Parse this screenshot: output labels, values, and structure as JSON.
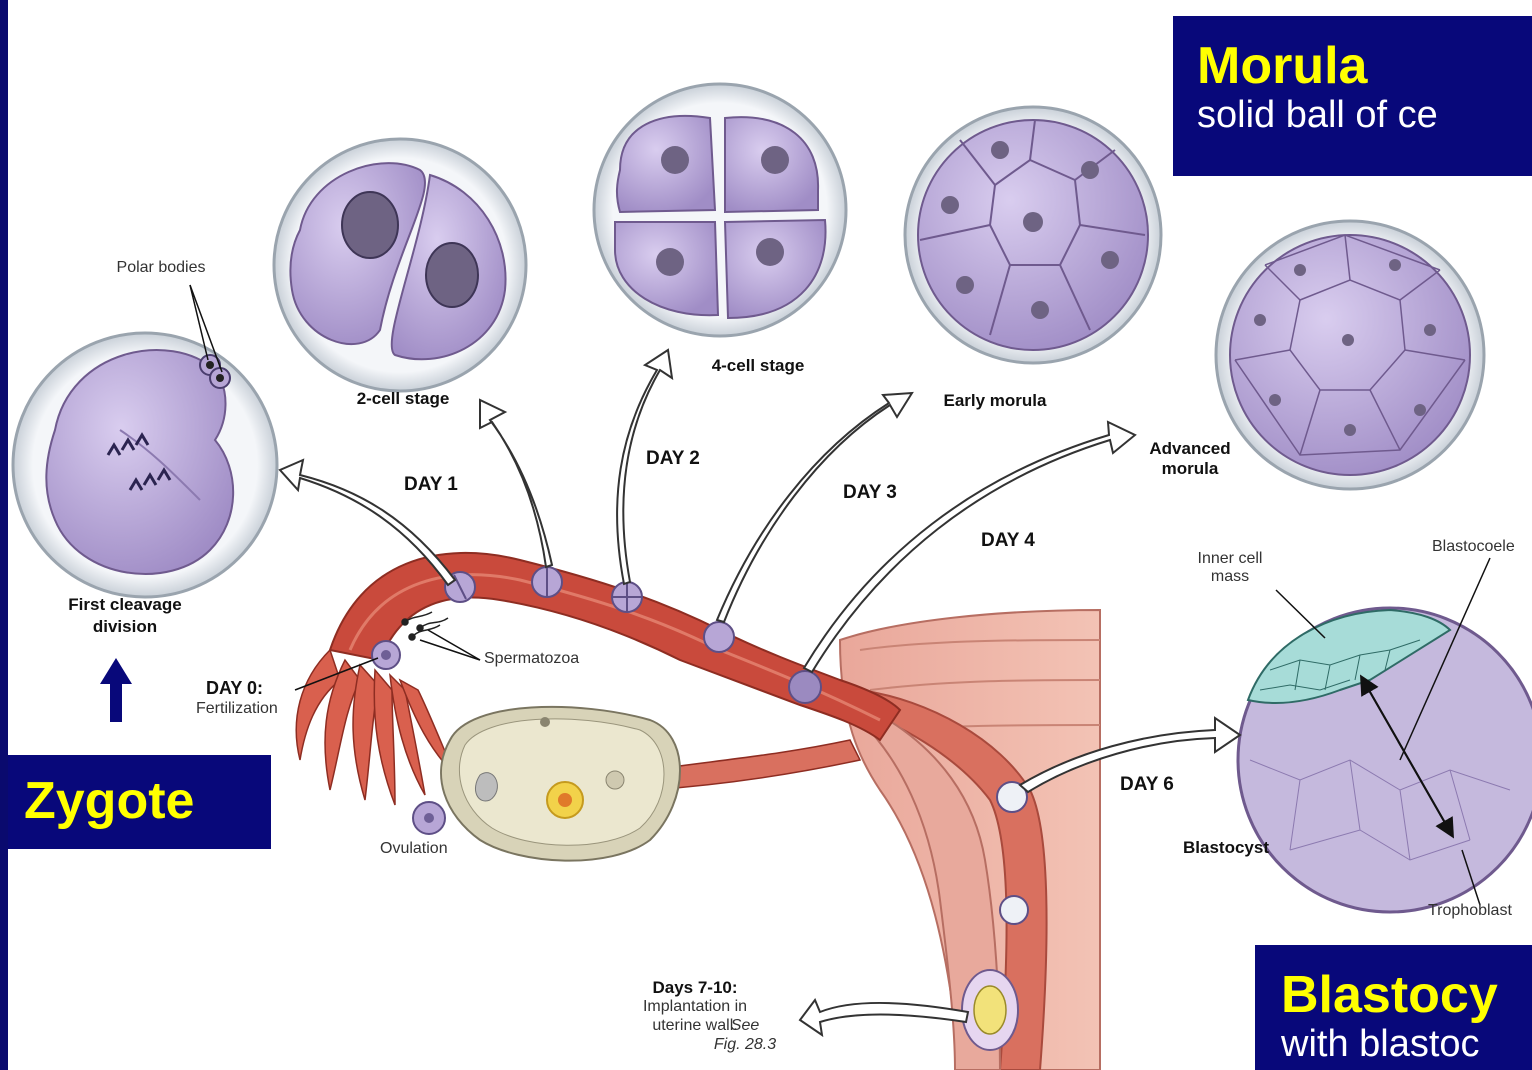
{
  "labels": {
    "polar_bodies": "Polar bodies",
    "two_cell": "2-cell stage",
    "four_cell": "4-cell stage",
    "early_morula": "Early morula",
    "advanced_morula": "Advanced\nmorula",
    "first_cleavage": "First cleavage\ndivision",
    "day0_title": "DAY 0:",
    "day0_sub": "Fertilization",
    "spermatozoa": "Spermatozoa",
    "ovulation": "Ovulation",
    "inner_cell_mass": "Inner cell\nmass",
    "blastocoele": "Blastocoele",
    "blastocyst": "Blastocyst",
    "trophoblast": "Trophoblast",
    "implantation_title": "Days 7-10:",
    "implantation_sub": "Implantation in\nuterine wall.",
    "implantation_ref": "See\nFig. 28.3"
  },
  "days": {
    "day1": "DAY 1",
    "day2": "DAY 2",
    "day3": "DAY 3",
    "day4": "DAY 4",
    "day6": "DAY 6"
  },
  "callouts": {
    "morula": {
      "title": "Morula",
      "subtitle": "solid ball of ce"
    },
    "zygote": {
      "title": "Zygote"
    },
    "blastocyst": {
      "title": "Blastocy",
      "subtitle": "with blastoc"
    }
  },
  "colors": {
    "callout_bg": "#08087a",
    "callout_title": "#ffff00",
    "callout_text": "#ffffff",
    "cell_fill": "#b7a6d6",
    "tube_red": "#c94a3c"
  }
}
